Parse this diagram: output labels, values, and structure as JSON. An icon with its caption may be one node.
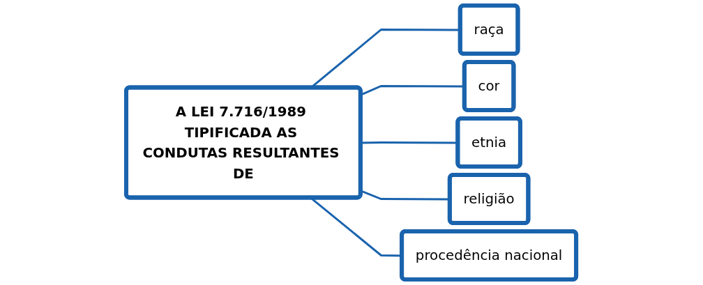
{
  "diagram": {
    "nodes": [
      {
        "text": [
          "A LEI 7.716/1989 TIPIFICADA AS CONDUTAS RESULTANTES DE"
        ]
      },
      {
        "text": [
          "raça"
        ]
      },
      {
        "text": [
          "cor"
        ]
      },
      {
        "text": [
          "etnia"
        ]
      },
      {
        "text": [
          "religião"
        ]
      },
      {
        "text": [
          "procedência nacional"
        ]
      }
    ],
    "edges": [
      {
        "from": 0,
        "to": 1,
        "arrow": "none"
      },
      {
        "from": 0,
        "to": 2,
        "arrow": "none"
      },
      {
        "from": 0,
        "to": 3,
        "arrow": "none"
      },
      {
        "from": 0,
        "to": 4,
        "arrow": "none"
      },
      {
        "from": 0,
        "to": 5,
        "arrow": "none"
      }
    ]
  }
}
